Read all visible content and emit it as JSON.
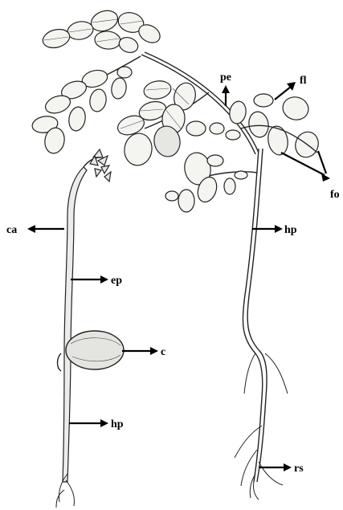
{
  "labels": {
    "pe": "pe",
    "fl": "fl",
    "fo": "fo",
    "ca": "ca",
    "ep_upper": "ep",
    "hp_right": "hp",
    "c": "c",
    "hp_lower": "hp",
    "rs": "rs"
  },
  "colors": {
    "ink": "#000000",
    "background": "#ffffff",
    "leaf_fill": "#f4f4f1",
    "stem_fill": "#ececea"
  }
}
